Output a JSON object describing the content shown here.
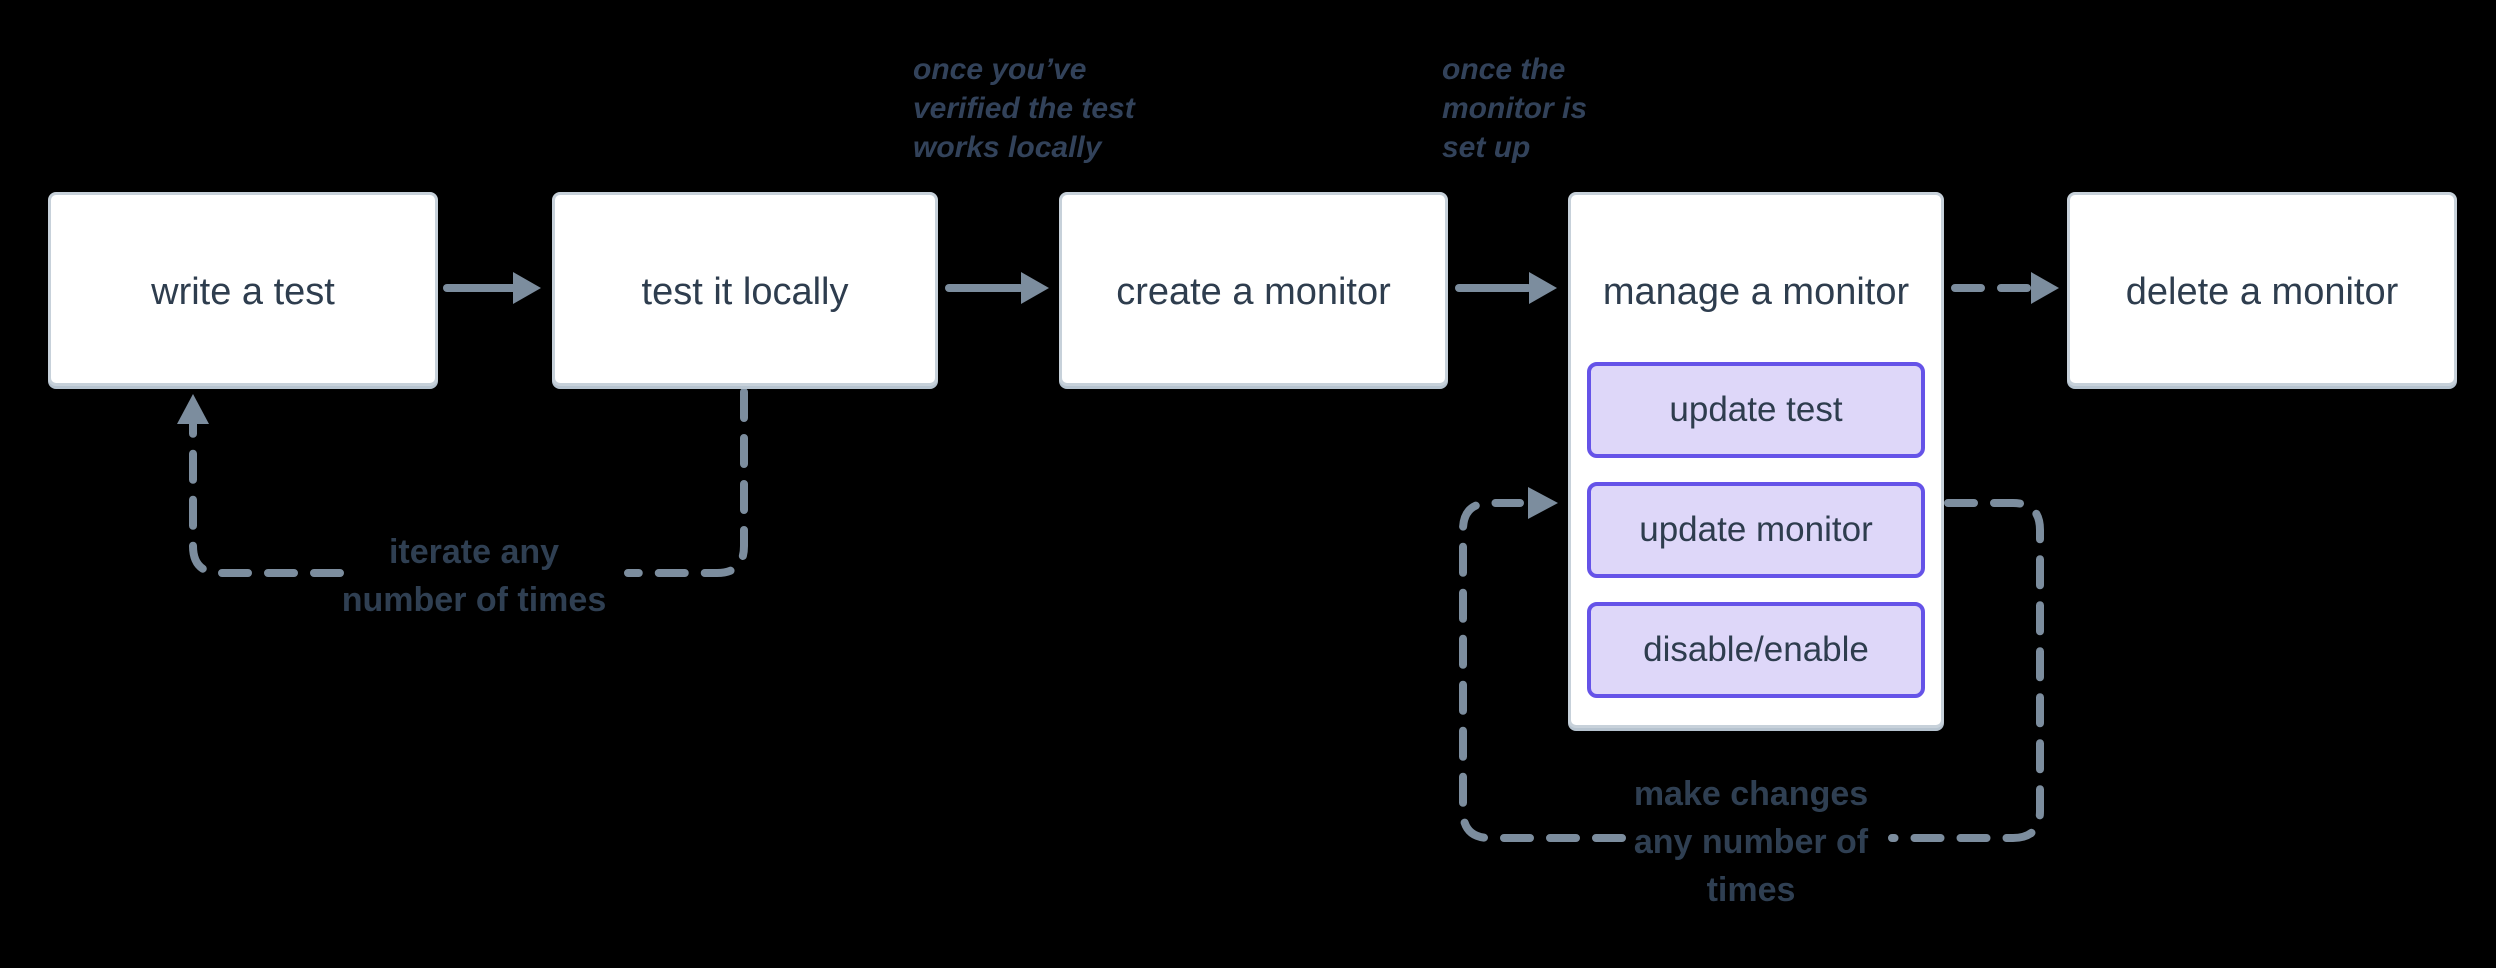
{
  "colors": {
    "background": "#000000",
    "box_bg": "#ffffff",
    "box_border": "#c7d1da",
    "box_shadow": "#b6c3cf",
    "box_text": "#2e3d4e",
    "purple_border": "#6553e8",
    "purple_bg": "#ded7f9",
    "arrow": "#7c8d9e",
    "annotation_text": "#32425a",
    "loop_label_text": "#2f3f52"
  },
  "nodes": {
    "write": {
      "label": "write a test"
    },
    "test": {
      "label": "test it locally"
    },
    "create": {
      "label": "create a monitor"
    },
    "manage": {
      "label": "manage a monitor",
      "actions": [
        "update test",
        "update monitor",
        "disable/enable"
      ]
    },
    "delete": {
      "label": "delete a monitor"
    }
  },
  "annotations": {
    "once_verified": [
      "once you’ve",
      "verified the test",
      "works locally"
    ],
    "once_setup": [
      "once the",
      "monitor is",
      "set up"
    ],
    "iterate": [
      "iterate any",
      "number of times"
    ],
    "make_changes": [
      "make changes",
      "any number of",
      "times"
    ]
  }
}
